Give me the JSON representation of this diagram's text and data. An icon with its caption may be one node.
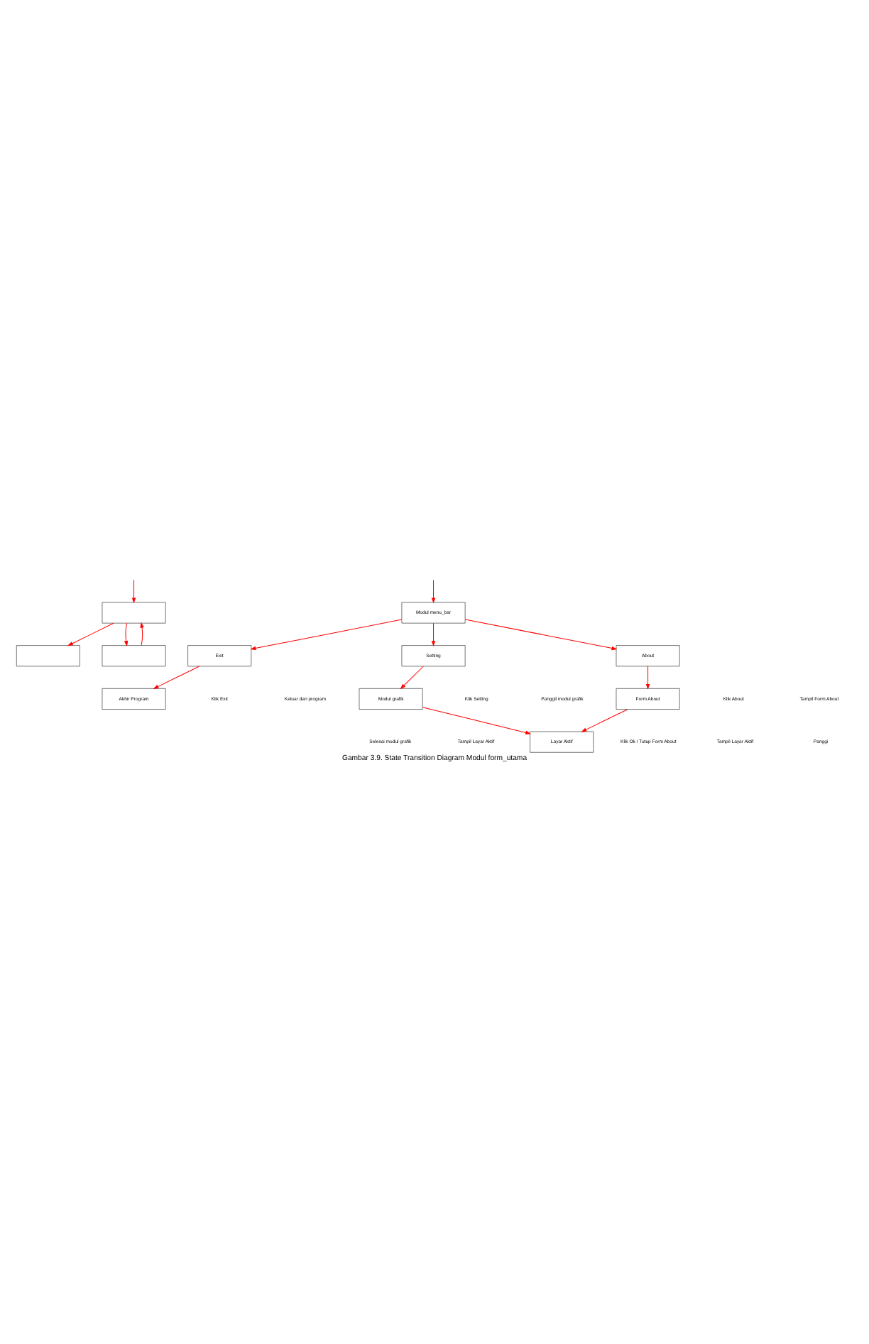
{
  "diagram": {
    "caption": "Gambar 3.9. State Transition Diagram Modul form_utama",
    "nodes": [
      {
        "text": [],
        "shape": "box"
      },
      {
        "text": [],
        "shape": "box"
      },
      {
        "text": [],
        "shape": "box"
      },
      {
        "text": [
          "Modul menu_bar"
        ]
      },
      {
        "text": [
          "Exit"
        ]
      },
      {
        "text": [
          "Setting"
        ]
      },
      {
        "text": [
          "About"
        ]
      },
      {
        "text": [
          "Akhir Program"
        ]
      },
      {
        "text": [
          "Modul grafik"
        ]
      },
      {
        "text": [
          "Form About"
        ]
      },
      {
        "text": [
          "Layar Aktif"
        ]
      }
    ],
    "edges": [
      {
        "from": null,
        "to": 0,
        "arrow": "to"
      },
      {
        "from": 2,
        "to": 0,
        "arrow": "to"
      },
      {
        "from": 0,
        "to": 2,
        "arrow": "to"
      },
      {
        "from": 0,
        "to": 1,
        "arrow": "to"
      },
      {
        "from": null,
        "to": 3,
        "arrow": "to"
      },
      {
        "from": 3,
        "to": 4,
        "arrow": "to"
      },
      {
        "from": 3,
        "to": 5,
        "arrow": "to"
      },
      {
        "from": 3,
        "to": 6,
        "arrow": "to"
      },
      {
        "from": 4,
        "to": 7,
        "arrow": "to"
      },
      {
        "from": 5,
        "to": 8,
        "arrow": "to"
      },
      {
        "from": 6,
        "to": 9,
        "arrow": "to"
      },
      {
        "from": 8,
        "to": 10,
        "arrow": "to"
      },
      {
        "from": 9,
        "to": 10,
        "arrow": "to"
      }
    ],
    "labels": [
      "Klik Exit",
      "Keluar dari program",
      "Klik Setting",
      "Panggil modul grafik",
      "Klik About",
      "Tampil Form About",
      "Selesai modul grafik",
      "Tampil Layar Aktif",
      "Klik Ok / Tutup Form About",
      "Tampil Layar Aktif",
      "Panggi"
    ]
  }
}
